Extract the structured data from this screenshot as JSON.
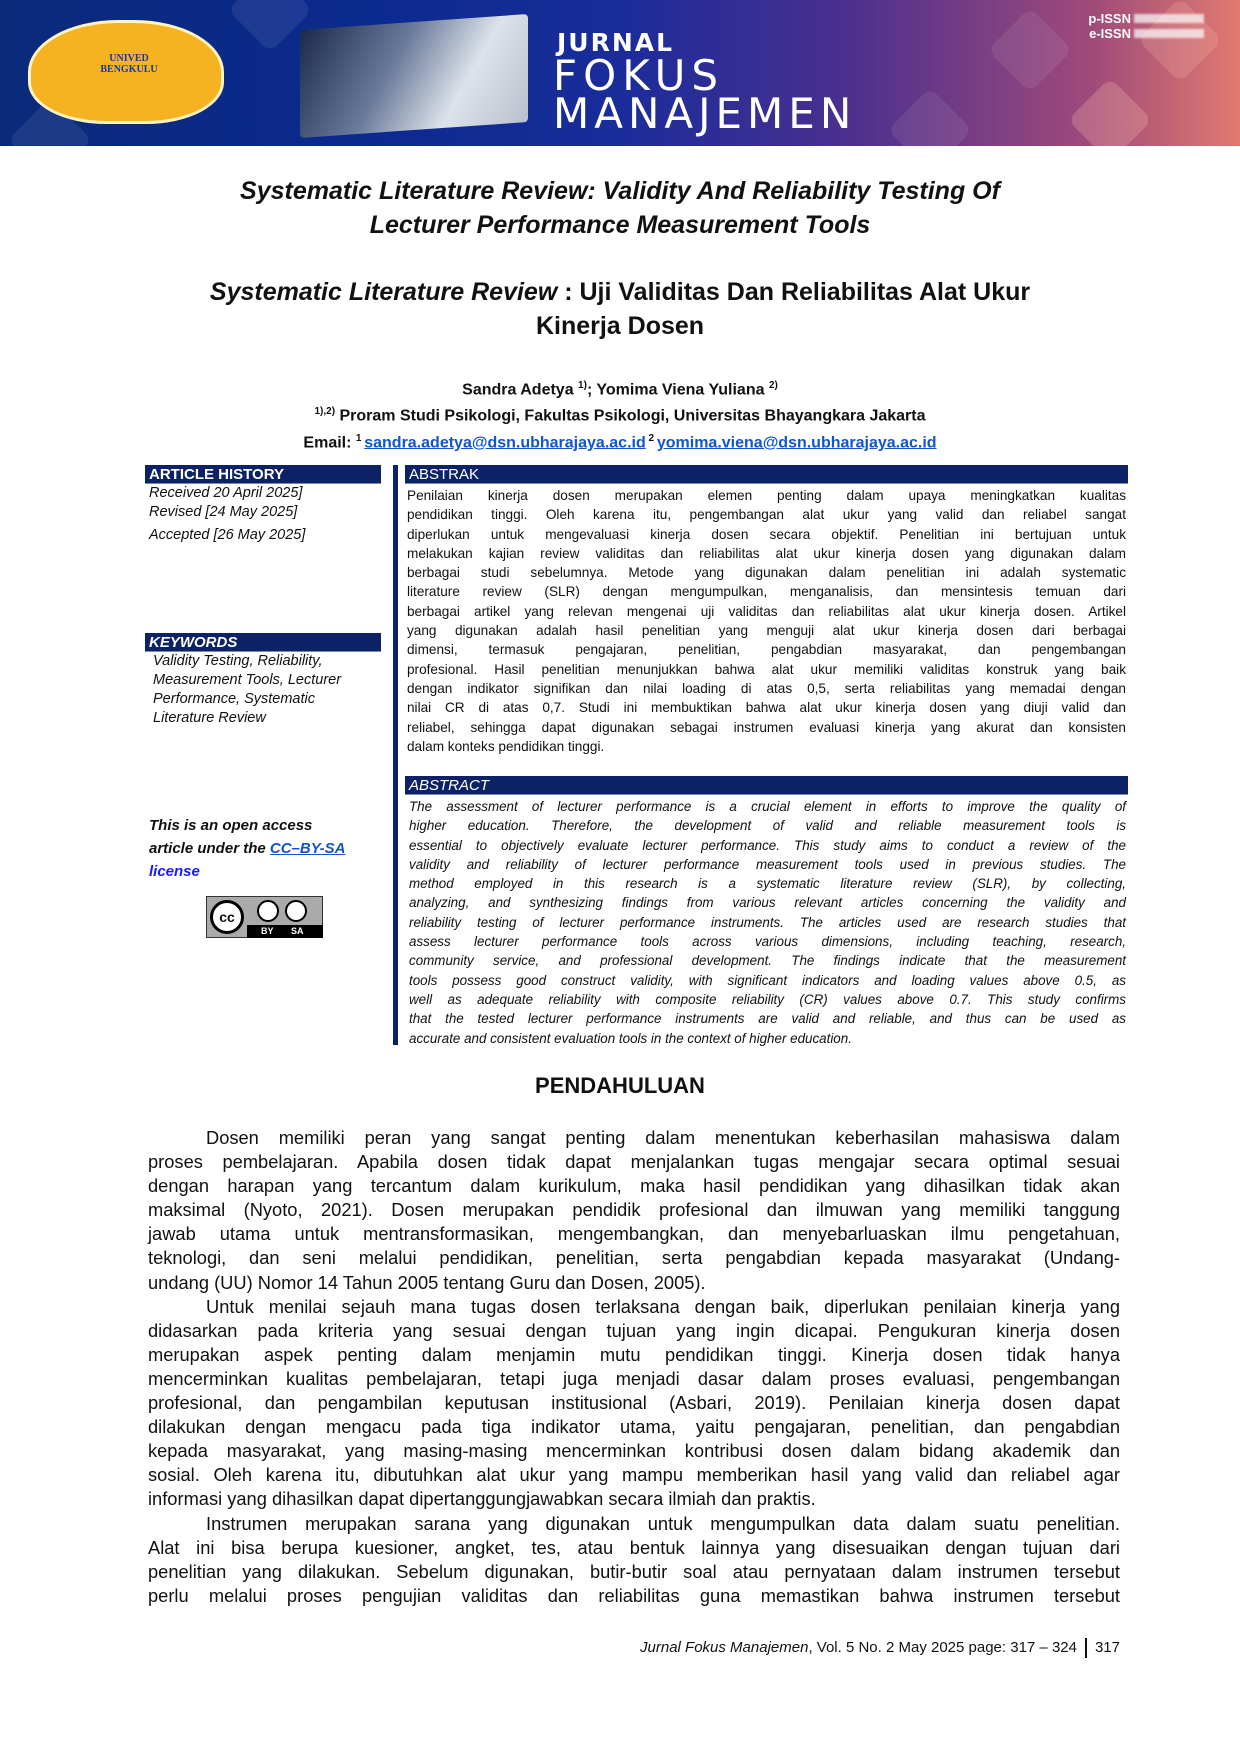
{
  "banner": {
    "journal_line1": "JURNAL",
    "journal_line2": "FOKUS",
    "journal_line3": "MANAJEMEN",
    "p_issn_label": "p-ISSN",
    "e_issn_label": "e-ISSN",
    "logo_text": "UNIVED BENGKULU",
    "colors": {
      "left": "#0a2a7a",
      "right": "#e07a70"
    }
  },
  "title_en": [
    "Systematic Literature Review: Validity And Reliability Testing Of",
    "Lecturer Performance Measurement Tools"
  ],
  "title_id": {
    "italic": "Systematic Literature Review",
    "rest": " : Uji Validitas Dan Reliabilitas Alat Ukur",
    "line2": "Kinerja Dosen"
  },
  "authors": {
    "name1": "Sandra Adetya ",
    "sup1": "1)",
    "sep": "; ",
    "name2": "Yomima Viena Yuliana ",
    "sup2": "2)",
    "aff_sup": "1),2)",
    "affiliation": " Proram Studi Psikologi, Fakultas Psikologi, Universitas Bhayangkara Jakarta",
    "email_label": "Email: ",
    "email_sup1": "1 ",
    "email1": "sandra.adetya@dsn.ubharajaya.ac.id",
    "email_sup2": " 2 ",
    "email2": "yomima.viena@dsn.ubharajaya.ac.id"
  },
  "sidebar": {
    "history_header": "ARTICLE HISTORY",
    "received": "Received 20 April 2025]",
    "revised": "Revised [24 May 2025]",
    "accepted": "Accepted [26 May 2025]",
    "keywords_header": "KEYWORDS",
    "keywords": [
      "Validity Testing, Reliability,",
      "Measurement Tools, Lecturer",
      "Performance, Systematic",
      "Literature Review"
    ],
    "oa_line1": "This is an open access",
    "oa_line2": "article under the ",
    "license_link": "CC–BY-SA",
    "license_word": "license",
    "cc_badge": {
      "cc": "cc",
      "by": "BY",
      "sa": "SA"
    }
  },
  "abstrak": {
    "header": "ABSTRAK",
    "lines": [
      "Penilaian kinerja dosen merupakan elemen penting dalam upaya meningkatkan kualitas",
      "pendidikan tinggi. Oleh karena itu, pengembangan alat ukur yang valid dan reliabel sangat",
      "diperlukan untuk mengevaluasi kinerja dosen secara objektif. Penelitian ini bertujuan untuk",
      "melakukan kajian review  validitas dan reliabilitas alat ukur kinerja dosen yang digunakan dalam",
      "berbagai studi sebelumnya. Metode yang digunakan dalam penelitian ini adalah systematic",
      "literature review (SLR) dengan mengumpulkan, menganalisis, dan mensintesis temuan dari",
      "berbagai artikel yang relevan mengenai uji validitas dan reliabilitas alat ukur kinerja dosen. Artikel",
      "yang digunakan adalah hasil penelitian yang menguji alat ukur kinerja dosen dari berbagai",
      "dimensi, termasuk pengajaran, penelitian, pengabdian masyarakat, dan pengembangan",
      "profesional. Hasil penelitian menunjukkan bahwa alat ukur memiliki validitas konstruk yang baik",
      "dengan indikator signifikan dan nilai loading di atas 0,5, serta reliabilitas yang memadai dengan",
      "nilai CR di atas 0,7. Studi ini membuktikan bahwa alat ukur kinerja dosen yang diuji valid dan",
      "reliabel, sehingga dapat digunakan sebagai instrumen evaluasi kinerja yang akurat dan konsisten",
      "dalam konteks pendidikan tinggi."
    ]
  },
  "abstract": {
    "header": "ABSTRACT",
    "lines": [
      "The assessment of lecturer performance is a crucial element in efforts to improve the quality of",
      "higher education. Therefore, the development of valid and reliable measurement tools is",
      "essential to objectively evaluate lecturer performance. This study aims to conduct a review of the",
      "validity and reliability of lecturer performance measurement tools used in previous studies. The",
      "method employed in this research is a systematic literature review (SLR), by collecting,",
      "analyzing, and synthesizing findings from various relevant articles concerning the validity and",
      "reliability testing of lecturer performance instruments. The articles used are research studies that",
      "assess lecturer performance tools across various dimensions, including teaching, research,",
      "community service, and professional development. The findings indicate that the measurement",
      "tools possess good construct validity, with significant indicators and loading values above 0.5, as",
      "well as adequate reliability with composite reliability (CR) values above 0.7. This study confirms",
      "that the tested lecturer performance instruments are valid and reliable, and thus can be used as",
      "accurate and consistent evaluation tools in the context of higher education."
    ]
  },
  "section": {
    "heading": "PENDAHULUAN",
    "paragraphs": [
      [
        "Dosen memiliki peran yang sangat penting dalam menentukan keberhasilan mahasiswa dalam",
        "proses pembelajaran. Apabila dosen tidak dapat menjalankan tugas mengajar secara optimal sesuai",
        "dengan harapan yang tercantum dalam kurikulum, maka hasil pendidikan yang dihasilkan tidak akan",
        "maksimal (Nyoto, 2021). Dosen merupakan pendidik profesional dan ilmuwan yang memiliki tanggung",
        "jawab utama untuk mentransformasikan, mengembangkan, dan menyebarluaskan ilmu pengetahuan,",
        "teknologi, dan seni melalui pendidikan, penelitian, serta pengabdian kepada masyarakat (Undang-",
        "undang (UU) Nomor 14 Tahun 2005 tentang Guru dan Dosen, 2005)."
      ],
      [
        "Untuk menilai sejauh mana tugas dosen terlaksana dengan baik, diperlukan penilaian kinerja yang",
        "didasarkan pada kriteria yang sesuai dengan tujuan yang ingin dicapai. Pengukuran kinerja dosen",
        "merupakan aspek penting dalam menjamin mutu pendidikan tinggi. Kinerja dosen tidak hanya",
        "mencerminkan kualitas pembelajaran, tetapi juga menjadi dasar dalam proses evaluasi, pengembangan",
        "profesional, dan pengambilan keputusan institusional (Asbari, 2019). Penilaian kinerja dosen dapat",
        "dilakukan dengan mengacu pada tiga indikator utama, yaitu pengajaran, penelitian, dan pengabdian",
        "kepada masyarakat, yang masing-masing mencerminkan kontribusi dosen dalam bidang akademik dan",
        "sosial. Oleh karena itu, dibutuhkan alat ukur yang mampu memberikan hasil yang valid dan reliabel agar",
        "informasi yang dihasilkan dapat dipertanggungjawabkan secara ilmiah dan praktis."
      ],
      [
        "Instrumen merupakan sarana yang digunakan untuk mengumpulkan data dalam suatu penelitian.",
        "Alat ini bisa berupa kuesioner, angket, tes, atau bentuk lainnya yang disesuaikan dengan tujuan dari",
        "penelitian yang dilakukan. Sebelum digunakan, butir-butir soal atau pernyataan dalam instrumen tersebut",
        "perlu melalui proses pengujian validitas dan reliabilitas guna memastikan bahwa instrumen tersebut"
      ]
    ]
  },
  "footer": {
    "journal": "Jurnal Fokus Manajemen",
    "info": ", Vol. 5  No. 2 May 2025  page: 317  –  324",
    "page": "317"
  }
}
